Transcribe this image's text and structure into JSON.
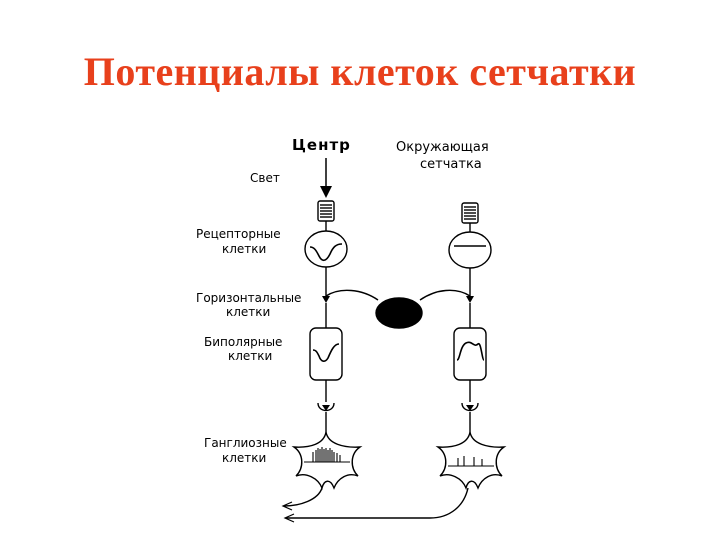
{
  "title": "Потенциалы клеток сетчатки",
  "title_color": "#e8401c",
  "labels": {
    "center": "Центр",
    "surround_line1": "Окружающая",
    "surround_line2": "сетчатка",
    "light": "Свет",
    "receptor_line1": "Рецепторные",
    "receptor_line2": "клетки",
    "horizontal_line1": "Горизонтальные",
    "horizontal_line2": "клетки",
    "bipolar_line1": "Биполярные",
    "bipolar_line2": "клетки",
    "ganglion_line1": "Ганглиозные",
    "ganglion_line2": "клетки"
  }
}
